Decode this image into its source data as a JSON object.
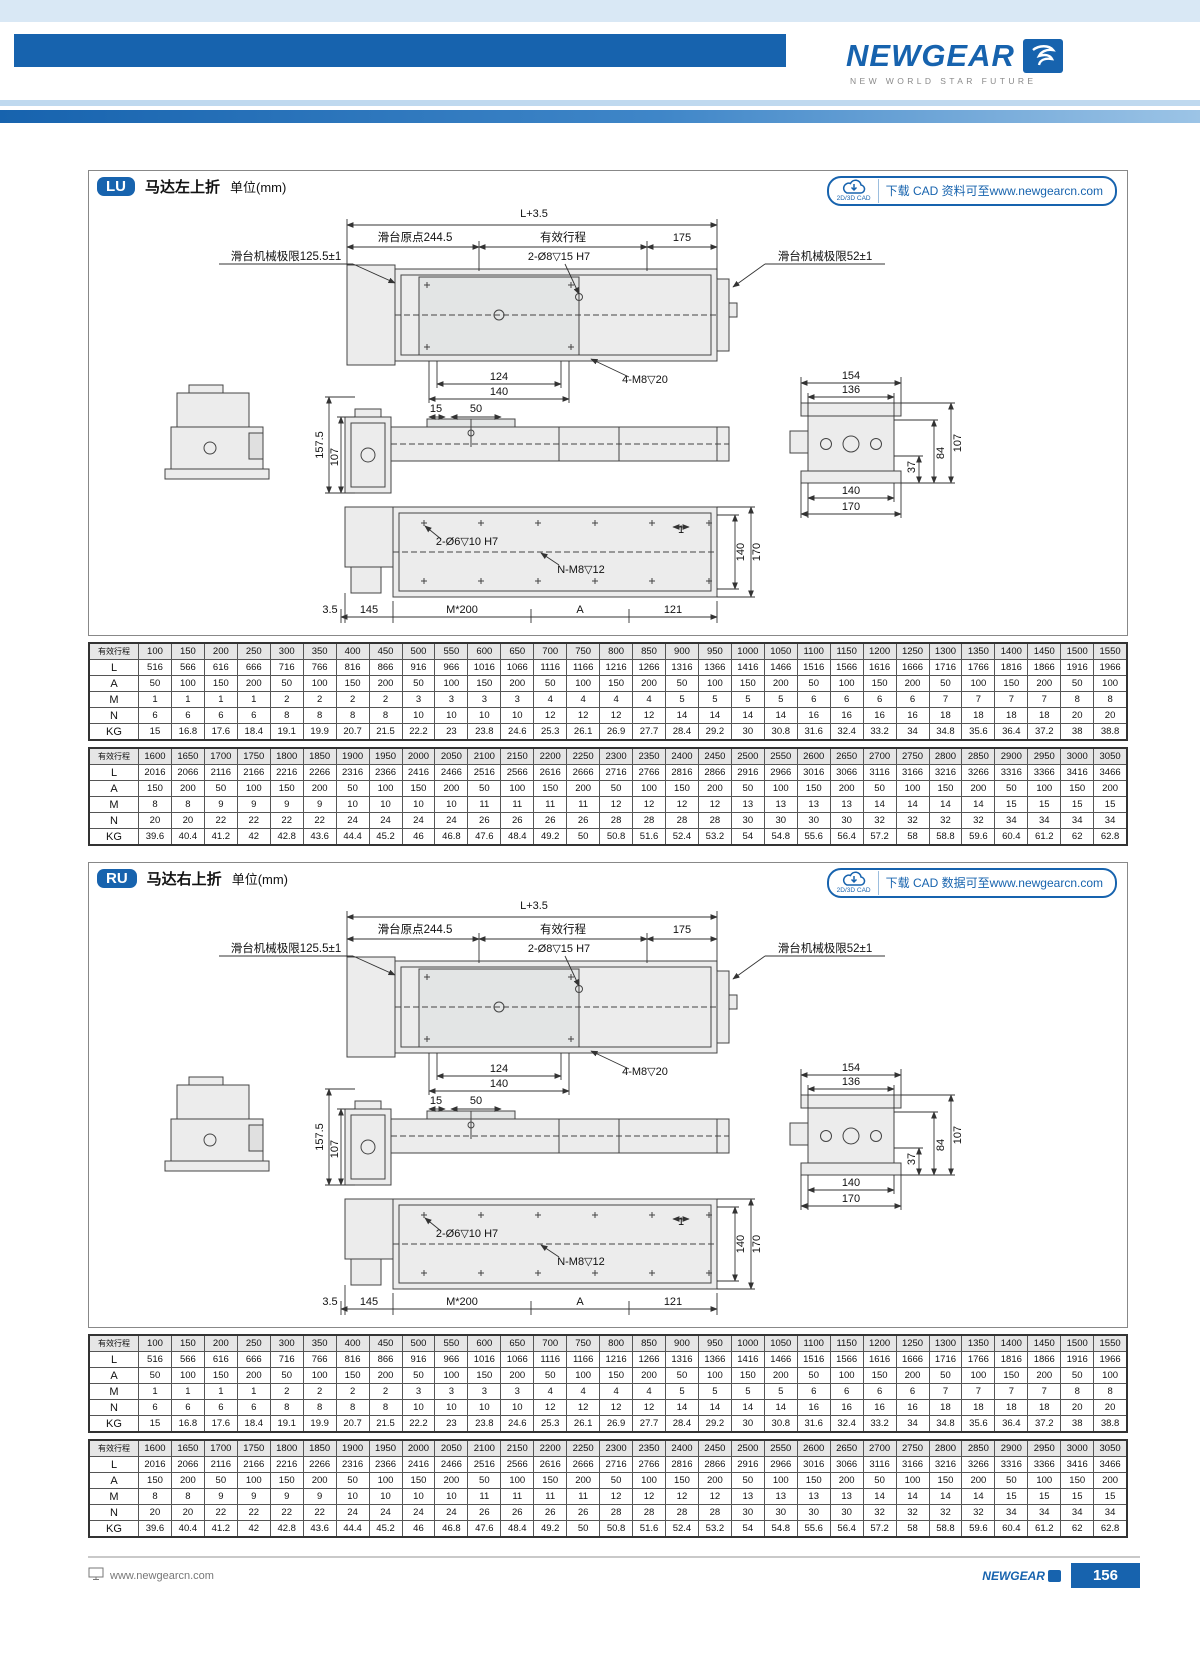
{
  "header": {
    "brand": "NEWGEAR",
    "tagline": "NEW WORLD STAR FUTURE"
  },
  "footer": {
    "url": "www.newgearcn.com",
    "brand": "NEWGEAR",
    "page": "156"
  },
  "sections": [
    {
      "badge": "LU",
      "title": "马达左上折",
      "unit": "单位(mm)",
      "cad_icon": "2D/3D CAD",
      "cad_text": "下载 CAD 资料可至www.newgearcn.com"
    },
    {
      "badge": "RU",
      "title": "马达右上折",
      "unit": "单位(mm)",
      "cad_icon": "2D/3D CAD",
      "cad_text": "下载 CAD 数据可至www.newgearcn.com"
    }
  ],
  "dims": {
    "l_total": "L+3.5",
    "origin": "滑台原点244.5",
    "stroke": "有效行程",
    "d175": "175",
    "limit_left": "滑台机械极限125.5±1",
    "limit_right": "滑台机械极限52±1",
    "top_holes": "2-Ø8▽15 H7",
    "m8_holes": "4-M8▽20",
    "d124": "124",
    "d140": "140",
    "d15": "15",
    "d50": "50",
    "d157_5": "157.5",
    "d107": "107",
    "d154": "154",
    "d136": "136",
    "d84": "84",
    "d37": "37",
    "d170": "170",
    "bottom_holes": "2-Ø6▽10 H7",
    "n_m8": "N-M8▽12",
    "d1": "1",
    "d3_5": "3.5",
    "d145": "145",
    "m200": "M*200",
    "a": "A",
    "d121": "121"
  },
  "tables": [
    {
      "rows": [
        {
          "label": "有效行程",
          "values": [
            "100",
            "150",
            "200",
            "250",
            "300",
            "350",
            "400",
            "450",
            "500",
            "550",
            "600",
            "650",
            "700",
            "750",
            "800",
            "850",
            "900",
            "950",
            "1000",
            "1050",
            "1100",
            "1150",
            "1200",
            "1250",
            "1300",
            "1350",
            "1400",
            "1450",
            "1500",
            "1550"
          ]
        },
        {
          "label": "L",
          "values": [
            "516",
            "566",
            "616",
            "666",
            "716",
            "766",
            "816",
            "866",
            "916",
            "966",
            "1016",
            "1066",
            "1116",
            "1166",
            "1216",
            "1266",
            "1316",
            "1366",
            "1416",
            "1466",
            "1516",
            "1566",
            "1616",
            "1666",
            "1716",
            "1766",
            "1816",
            "1866",
            "1916",
            "1966"
          ]
        },
        {
          "label": "A",
          "values": [
            "50",
            "100",
            "150",
            "200",
            "50",
            "100",
            "150",
            "200",
            "50",
            "100",
            "150",
            "200",
            "50",
            "100",
            "150",
            "200",
            "50",
            "100",
            "150",
            "200",
            "50",
            "100",
            "150",
            "200",
            "50",
            "100",
            "150",
            "200",
            "50",
            "100"
          ]
        },
        {
          "label": "M",
          "values": [
            "1",
            "1",
            "1",
            "1",
            "2",
            "2",
            "2",
            "2",
            "3",
            "3",
            "3",
            "3",
            "4",
            "4",
            "4",
            "4",
            "5",
            "5",
            "5",
            "5",
            "6",
            "6",
            "6",
            "6",
            "7",
            "7",
            "7",
            "7",
            "8",
            "8"
          ]
        },
        {
          "label": "N",
          "values": [
            "6",
            "6",
            "6",
            "6",
            "8",
            "8",
            "8",
            "8",
            "10",
            "10",
            "10",
            "10",
            "12",
            "12",
            "12",
            "12",
            "14",
            "14",
            "14",
            "14",
            "16",
            "16",
            "16",
            "16",
            "18",
            "18",
            "18",
            "18",
            "20",
            "20"
          ]
        },
        {
          "label": "KG",
          "values": [
            "15",
            "16.8",
            "17.6",
            "18.4",
            "19.1",
            "19.9",
            "20.7",
            "21.5",
            "22.2",
            "23",
            "23.8",
            "24.6",
            "25.3",
            "26.1",
            "26.9",
            "27.7",
            "28.4",
            "29.2",
            "30",
            "30.8",
            "31.6",
            "32.4",
            "33.2",
            "34",
            "34.8",
            "35.6",
            "36.4",
            "37.2",
            "38",
            "38.8"
          ]
        }
      ]
    },
    {
      "rows": [
        {
          "label": "有效行程",
          "values": [
            "1600",
            "1650",
            "1700",
            "1750",
            "1800",
            "1850",
            "1900",
            "1950",
            "2000",
            "2050",
            "2100",
            "2150",
            "2200",
            "2250",
            "2300",
            "2350",
            "2400",
            "2450",
            "2500",
            "2550",
            "2600",
            "2650",
            "2700",
            "2750",
            "2800",
            "2850",
            "2900",
            "2950",
            "3000",
            "3050"
          ]
        },
        {
          "label": "L",
          "values": [
            "2016",
            "2066",
            "2116",
            "2166",
            "2216",
            "2266",
            "2316",
            "2366",
            "2416",
            "2466",
            "2516",
            "2566",
            "2616",
            "2666",
            "2716",
            "2766",
            "2816",
            "2866",
            "2916",
            "2966",
            "3016",
            "3066",
            "3116",
            "3166",
            "3216",
            "3266",
            "3316",
            "3366",
            "3416",
            "3466"
          ]
        },
        {
          "label": "A",
          "values": [
            "150",
            "200",
            "50",
            "100",
            "150",
            "200",
            "50",
            "100",
            "150",
            "200",
            "50",
            "100",
            "150",
            "200",
            "50",
            "100",
            "150",
            "200",
            "50",
            "100",
            "150",
            "200",
            "50",
            "100",
            "150",
            "200",
            "50",
            "100",
            "150",
            "200"
          ]
        },
        {
          "label": "M",
          "values": [
            "8",
            "8",
            "9",
            "9",
            "9",
            "9",
            "10",
            "10",
            "10",
            "10",
            "11",
            "11",
            "11",
            "11",
            "12",
            "12",
            "12",
            "12",
            "13",
            "13",
            "13",
            "13",
            "14",
            "14",
            "14",
            "14",
            "15",
            "15",
            "15",
            "15"
          ]
        },
        {
          "label": "N",
          "values": [
            "20",
            "20",
            "22",
            "22",
            "22",
            "22",
            "24",
            "24",
            "24",
            "24",
            "26",
            "26",
            "26",
            "26",
            "28",
            "28",
            "28",
            "28",
            "30",
            "30",
            "30",
            "30",
            "32",
            "32",
            "32",
            "32",
            "34",
            "34",
            "34",
            "34"
          ]
        },
        {
          "label": "KG",
          "values": [
            "39.6",
            "40.4",
            "41.2",
            "42",
            "42.8",
            "43.6",
            "44.4",
            "45.2",
            "46",
            "46.8",
            "47.6",
            "48.4",
            "49.2",
            "50",
            "50.8",
            "51.6",
            "52.4",
            "53.2",
            "54",
            "54.8",
            "55.6",
            "56.4",
            "57.2",
            "58",
            "58.8",
            "59.6",
            "60.4",
            "61.2",
            "62",
            "62.8"
          ]
        }
      ]
    }
  ]
}
